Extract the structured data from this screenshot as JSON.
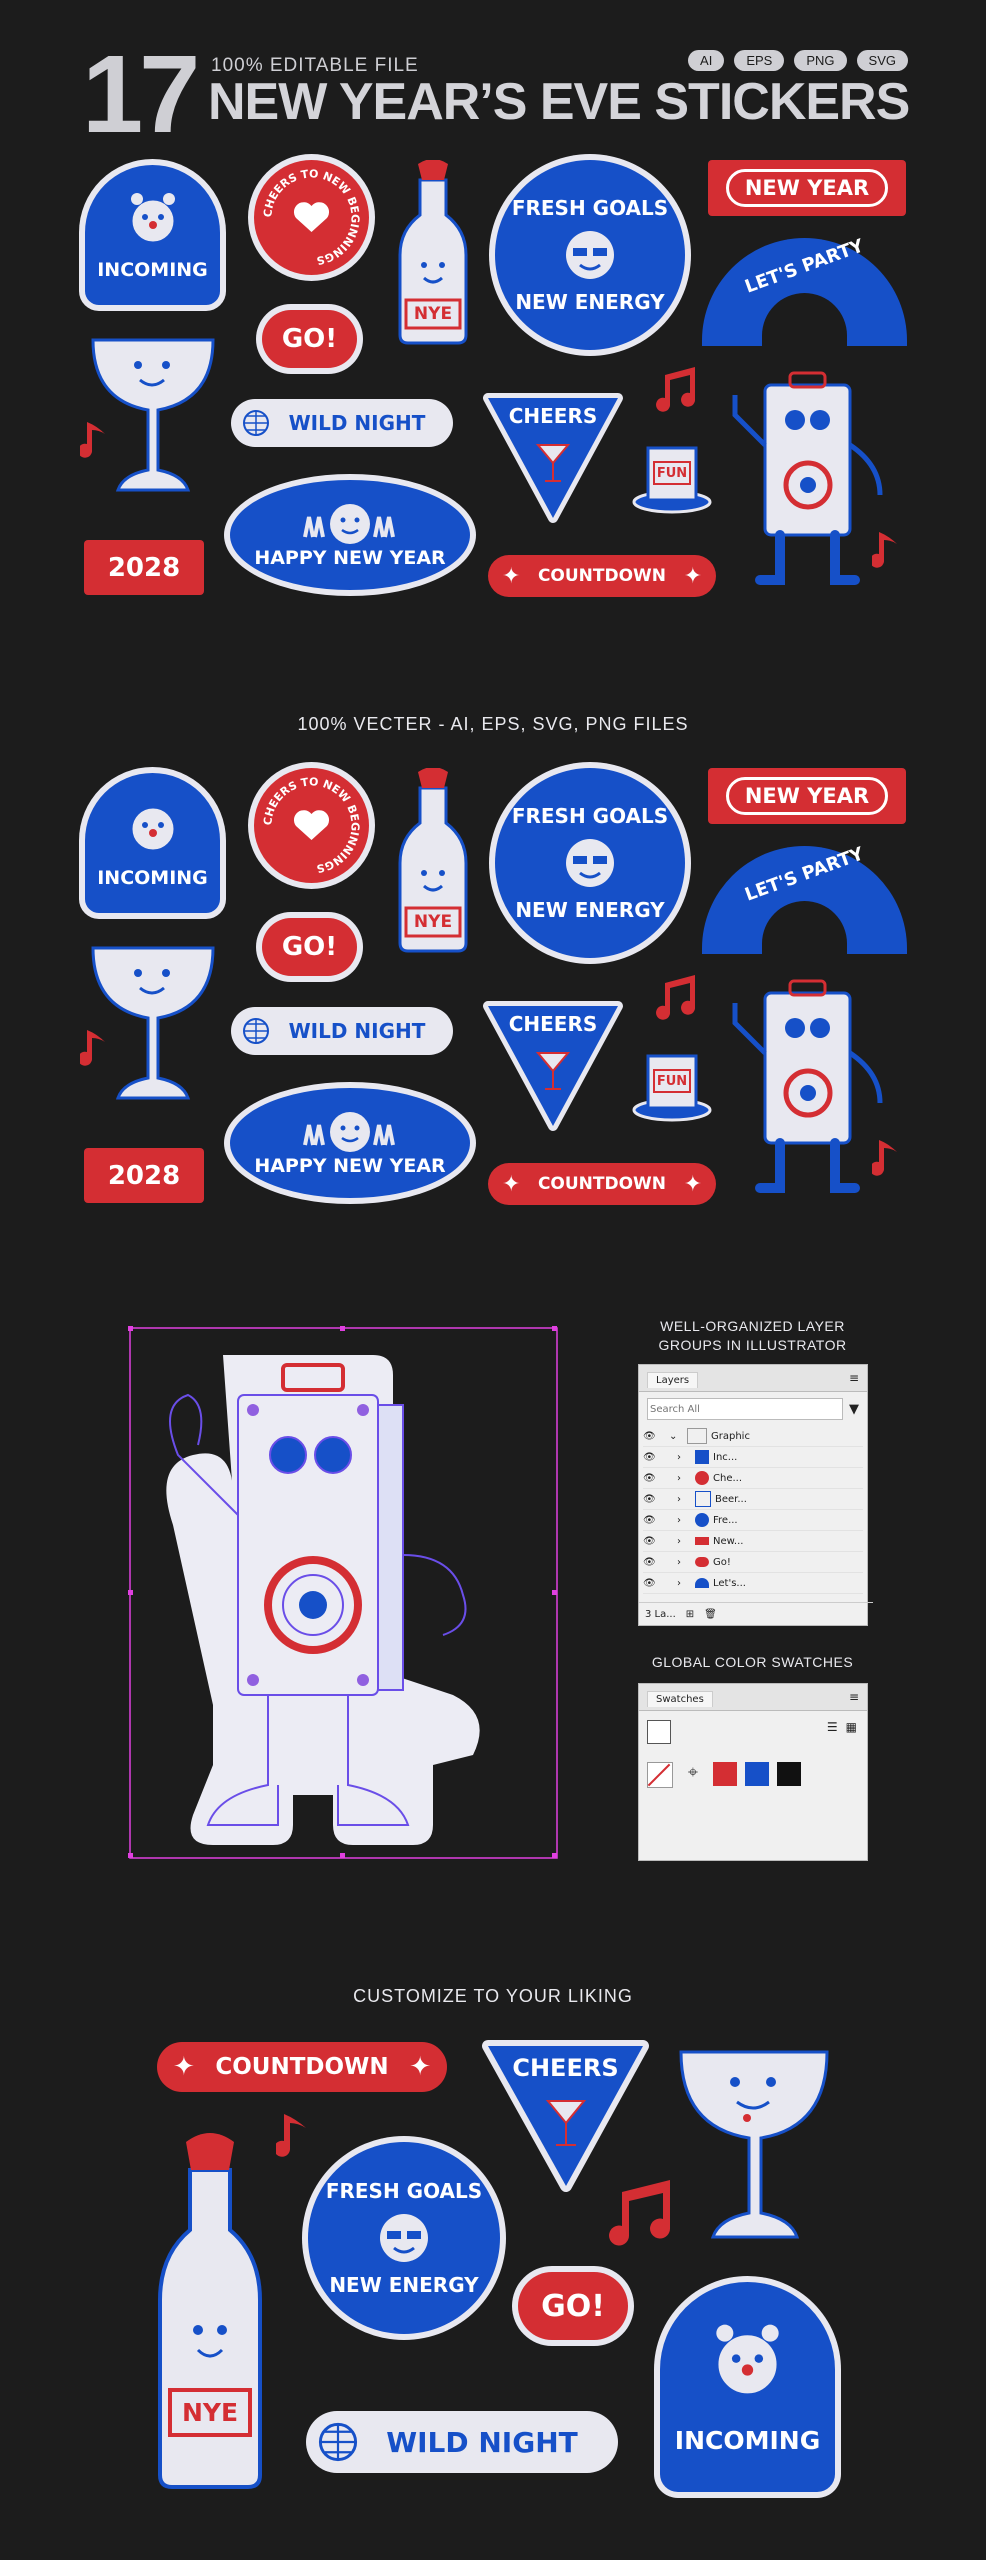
{
  "header": {
    "count": "17",
    "subtitle": "100% EDITABLE FILE",
    "title": "NEW YEAR’S EVE STICKERS",
    "formats": [
      "AI",
      "EPS",
      "PNG",
      "SVG"
    ]
  },
  "sections": {
    "vector_label": "100% VECTER - AI, EPS, SVG, PNG FILES",
    "layers_label_line1": "WELL-ORGANIZED LAYER",
    "layers_label_line2": "GROUPS IN ILLUSTRATOR",
    "swatches_label": "GLOBAL COLOR SWATCHES",
    "customize_label": "CUSTOMIZE TO YOUR LIKING"
  },
  "stickers": {
    "incoming": "INCOMING",
    "cheers_ring": "CHEERS TO NEW BEGINNINGS",
    "nye": "NYE",
    "fresh_goals_top": "FRESH GOALS",
    "fresh_goals_bottom": "NEW ENERGY",
    "new_year": "NEW YEAR",
    "lets_party": "LET'S PARTY",
    "go": "GO!",
    "wild_night": "WILD NIGHT",
    "cheers": "CHEERS",
    "fun": "FUN",
    "happy_new_year": "HAPPY NEW YEAR",
    "year": "2028",
    "countdown": "COUNTDOWN"
  },
  "layers_panel": {
    "tab": "Layers",
    "search_placeholder": "Search All",
    "rows": [
      "Graphic",
      "Inc...",
      "Che...",
      "Beer...",
      "Fre...",
      "New...",
      "Go!",
      "Let's..."
    ],
    "footer": "3 La..."
  },
  "swatches_panel": {
    "tab": "Swatches"
  },
  "colors": {
    "background": "#1c1c1c",
    "blue": "#1650c8",
    "red": "#d42e33",
    "white": "#e8e8f0",
    "black": "#111111",
    "selection": "#e040e0"
  }
}
